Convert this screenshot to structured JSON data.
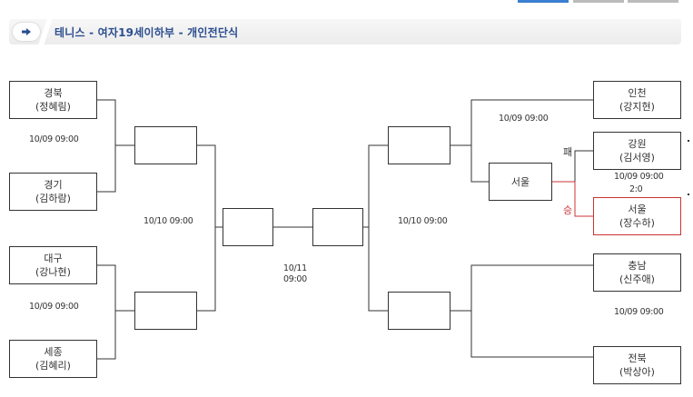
{
  "header": {
    "title": "테니스 - 여자19세이하부 - 개인전단식"
  },
  "bracket": {
    "left": {
      "players": [
        {
          "region": "경북",
          "name": "(정혜림)"
        },
        {
          "region": "경기",
          "name": "(김하람)"
        },
        {
          "region": "대구",
          "name": "(강나현)"
        },
        {
          "region": "세종",
          "name": "(김혜리)"
        }
      ],
      "round1_times": [
        "10/09 09:00",
        "10/09 09:00"
      ],
      "semifinal_time": "10/10 09:00"
    },
    "final_time": "10/11\n09:00",
    "right": {
      "players": [
        {
          "region": "인천",
          "name": "(강지현)"
        },
        {
          "region": "강원",
          "name": "(김서영)"
        },
        {
          "region": "서울",
          "name": "(장수하)"
        },
        {
          "region": "충남",
          "name": "(신주애)"
        },
        {
          "region": "전북",
          "name": "(박상아)"
        }
      ],
      "qualifier_winner": "서울",
      "qualifier_time": "10/09 09:00",
      "qualifier_score": "2:0",
      "loss_mark": "패",
      "win_mark": "승",
      "round1_times": [
        "10/09 09:00",
        "10/09 09:00"
      ],
      "semifinal_time": "10/10 09:00"
    }
  },
  "colors": {
    "title_text": "#2b4e8f",
    "winner_red": "#cc3333",
    "line": "#333333"
  }
}
